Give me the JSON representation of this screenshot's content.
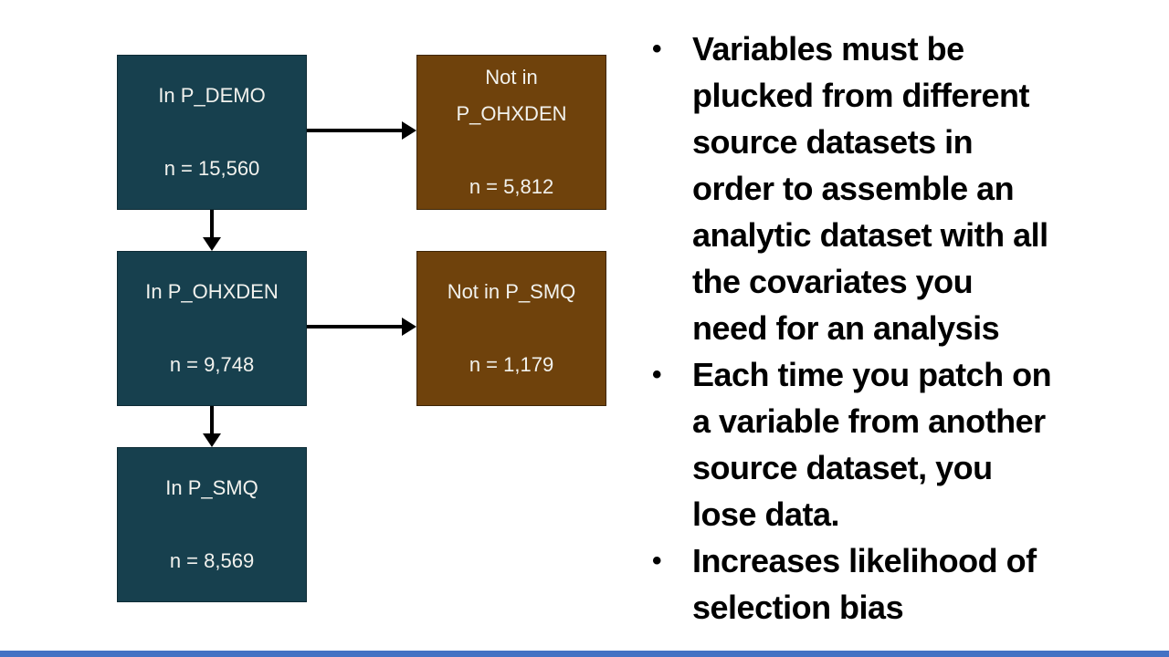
{
  "flowchart": {
    "boxes": [
      {
        "name": "in-p-demo",
        "title": [
          "In P_DEMO"
        ],
        "count": "n = 15,560"
      },
      {
        "name": "not-in-p-ohxden",
        "title": [
          "Not in",
          "P_OHXDEN"
        ],
        "count": "n = 5,812"
      },
      {
        "name": "in-p-ohxden",
        "title": [
          "In P_OHXDEN"
        ],
        "count": "n = 9,748"
      },
      {
        "name": "not-in-p-smq",
        "title": [
          "Not in P_SMQ"
        ],
        "count": "n = 1,179"
      },
      {
        "name": "in-p-smq",
        "title": [
          "In P_SMQ"
        ],
        "count": "n = 8,569"
      }
    ],
    "colors": {
      "kept_box": "#17404e",
      "excluded_box": "#6f420c",
      "arrow": "#000000",
      "box_text": "#f2f2ee"
    }
  },
  "bullets": [
    {
      "glyph": "•",
      "lines": [
        "Variables must be",
        "plucked from different",
        "source datasets in",
        "order to assemble an",
        "analytic dataset with all",
        "the covariates you",
        "need for an analysis"
      ]
    },
    {
      "glyph": "•",
      "lines": [
        "Each time you patch on",
        "a variable from another",
        "source dataset, you",
        "lose data."
      ]
    },
    {
      "glyph": "•",
      "lines": [
        "Increases likelihood of",
        "selection bias"
      ]
    }
  ],
  "footer": {
    "accent_bar_color": "#4472c4"
  }
}
